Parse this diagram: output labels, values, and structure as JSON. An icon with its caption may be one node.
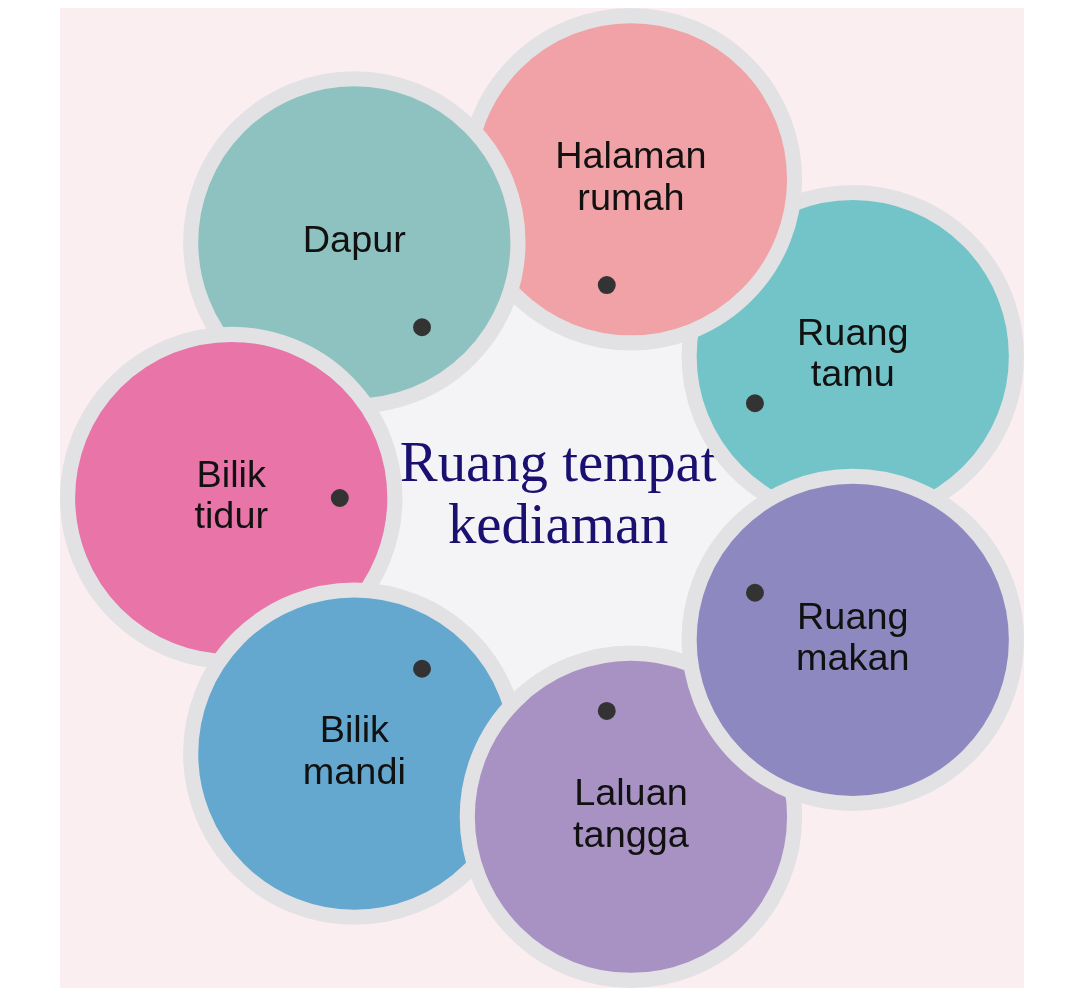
{
  "diagram": {
    "nodes": [
      {
        "text": [
          "Ruang tempat kediaman"
        ]
      },
      {
        "text": [
          "Ruang tamu"
        ]
      },
      {
        "text": [
          "Halaman rumah"
        ]
      },
      {
        "text": [
          "Dapur"
        ]
      },
      {
        "text": [
          "Bilik tidur"
        ]
      },
      {
        "text": [
          "Bilik mandi"
        ]
      },
      {
        "text": [
          "Laluan tangga"
        ]
      },
      {
        "text": [
          "Ruang makan"
        ]
      }
    ],
    "edges": [
      {
        "from": 0,
        "to": 1,
        "arrow": "other"
      },
      {
        "from": 0,
        "to": 3,
        "arrow": "other"
      },
      {
        "from": 0,
        "to": 5,
        "arrow": "other"
      },
      {
        "from": 0,
        "to": 7,
        "arrow": "other"
      },
      {
        "from": 0,
        "to": 6,
        "arrow": "other"
      },
      {
        "from": 0,
        "to": 4,
        "arrow": "other"
      },
      {
        "from": 0,
        "to": 2,
        "arrow": "other"
      }
    ]
  }
}
